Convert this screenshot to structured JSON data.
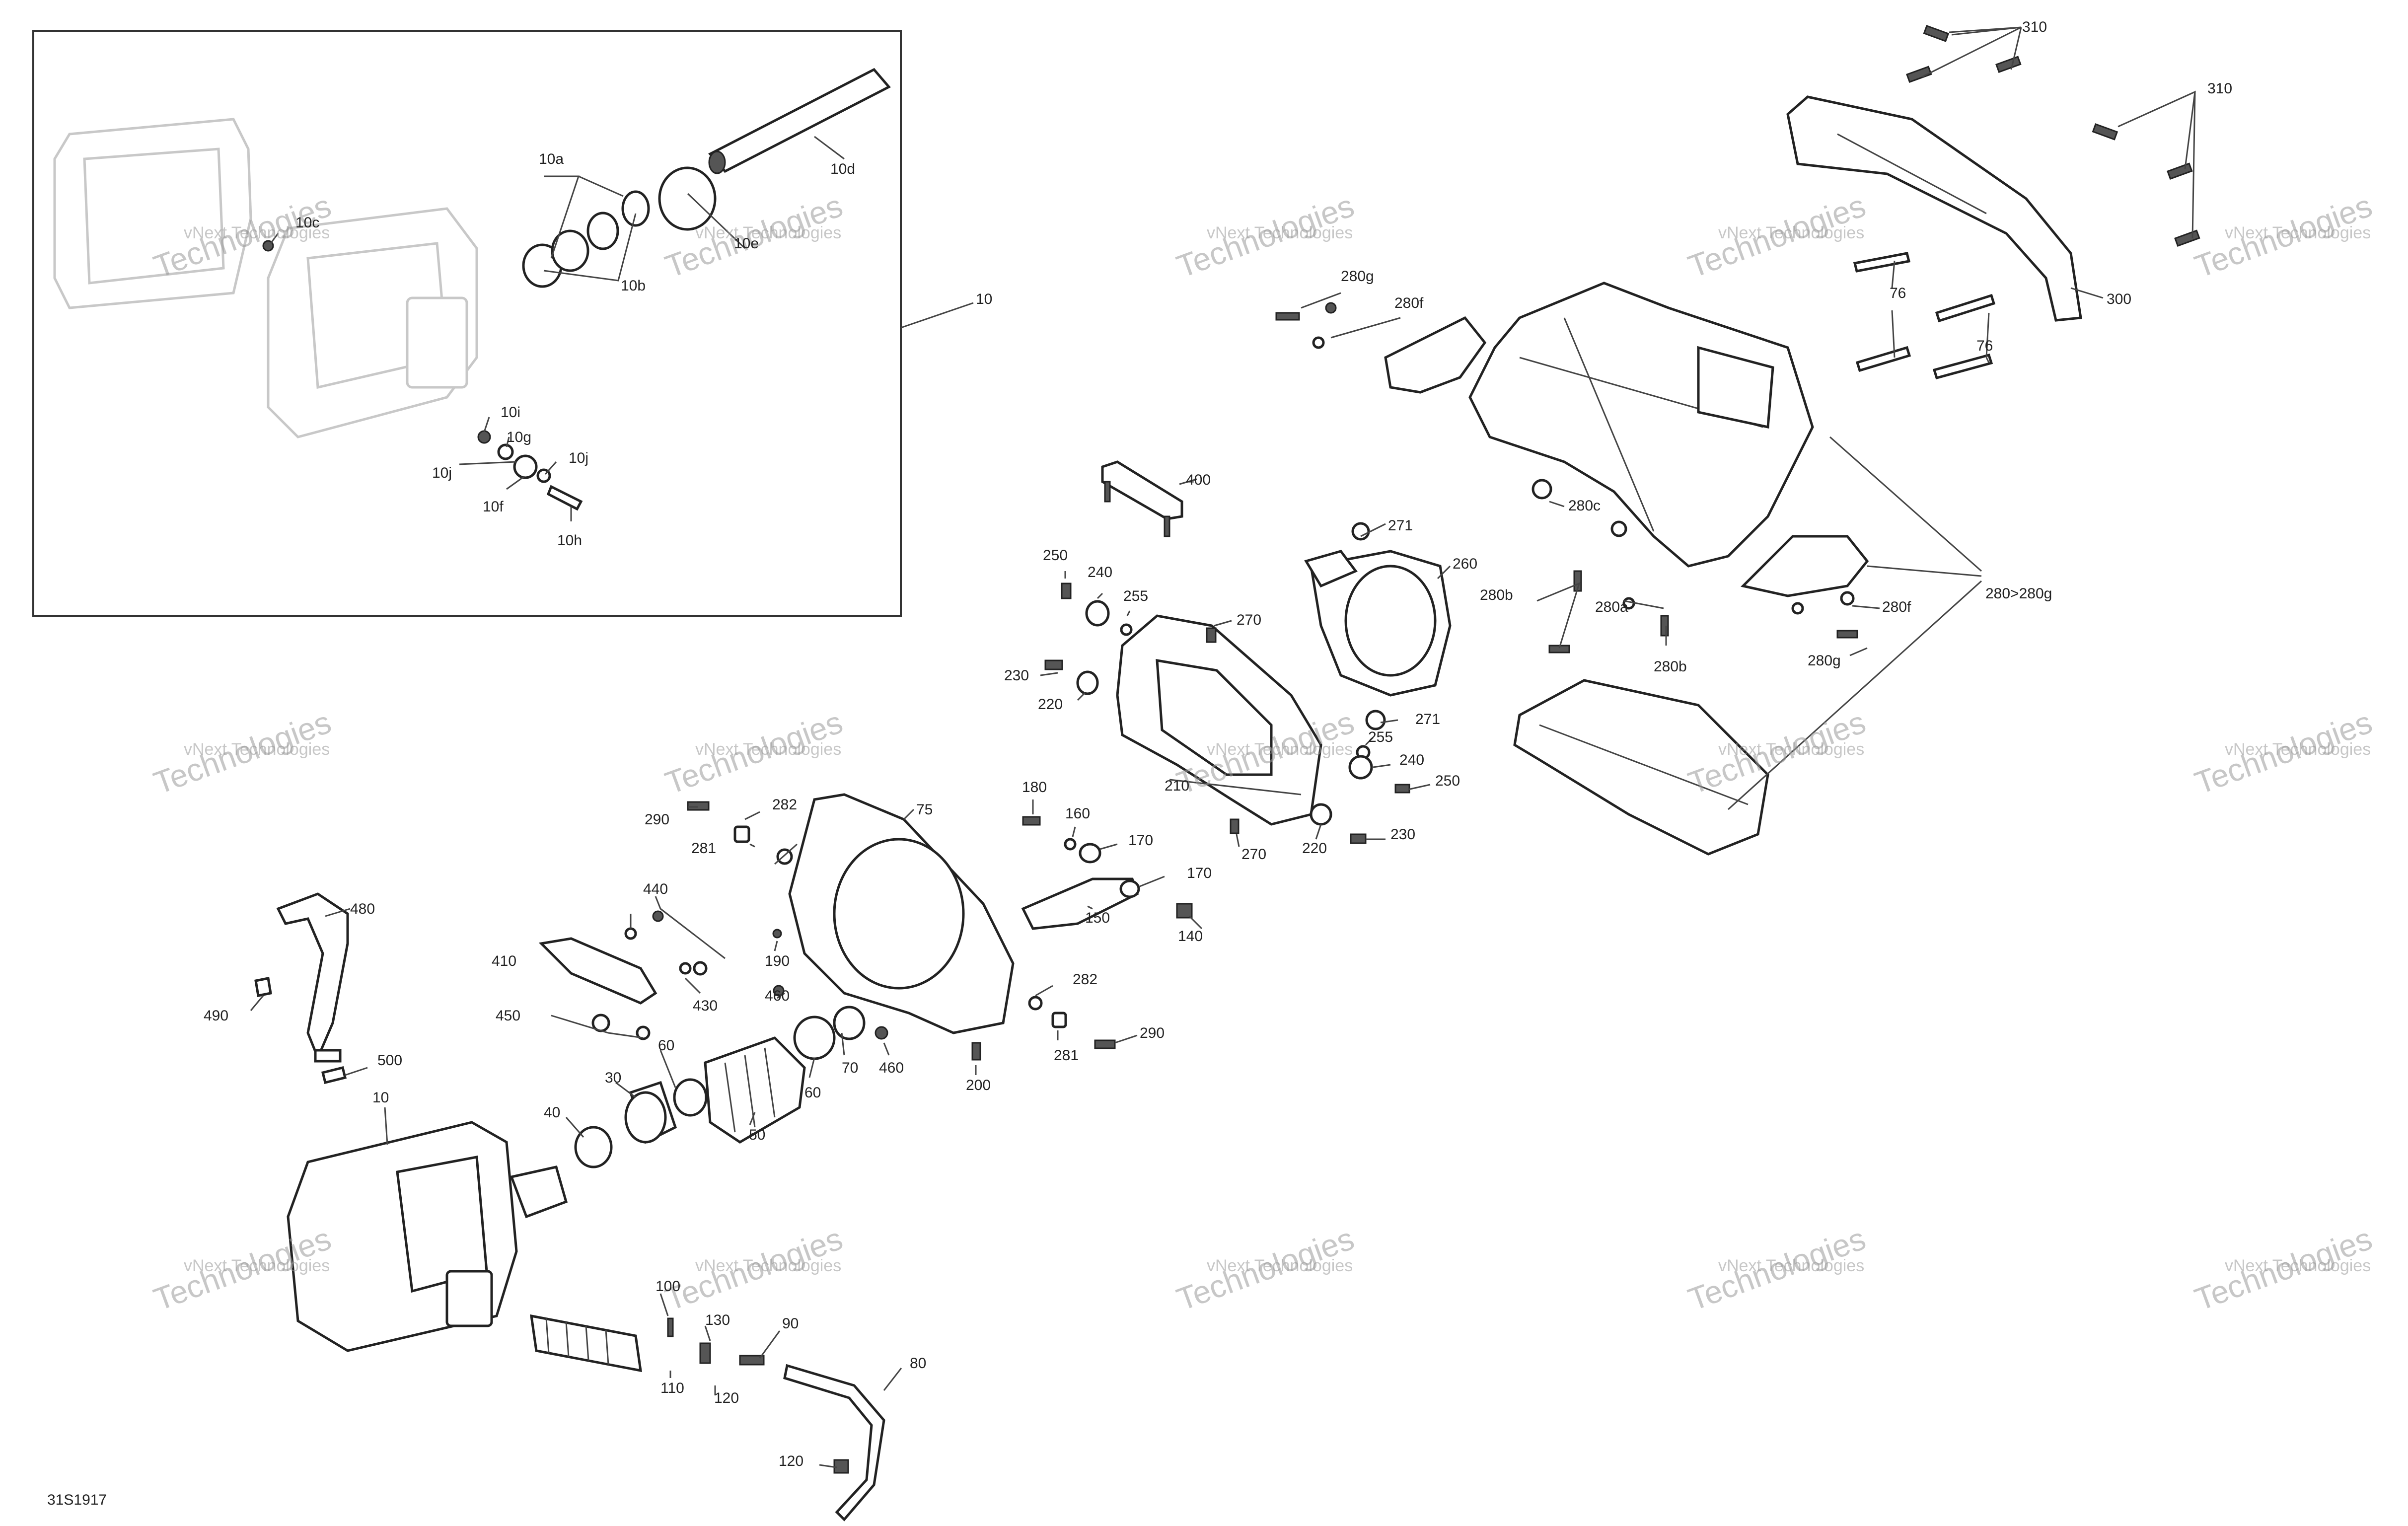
{
  "diagram_code": "31S1917",
  "watermark": {
    "line1": "vNext Technologies",
    "line2": "Technologies"
  },
  "labels": {
    "c10c": "10c",
    "c10a": "10a",
    "c10d": "10d",
    "c10e": "10e",
    "c10b": "10b",
    "c10": "10",
    "c10i": "10i",
    "c10g": "10g",
    "c10j_r": "10j",
    "c10j_l": "10j",
    "c10f": "10f",
    "c10h": "10h",
    "c310_a": "310",
    "c310_b": "310",
    "c300": "300",
    "c76_a": "76",
    "c76_b": "76",
    "c280g_a": "280g",
    "c280f_a": "280f",
    "c280c": "280c",
    "c280b_a": "280b",
    "c280a": "280a",
    "c280b_b": "280b",
    "c280f_b": "280f",
    "c280g_b": "280g",
    "c280range": "280>280g",
    "c400": "400",
    "c271_a": "271",
    "c260": "260",
    "c250_a": "250",
    "c240_a": "240",
    "c255_a": "255",
    "c270_a": "270",
    "c230_a": "230",
    "c220_a": "220",
    "c271_b": "271",
    "c255_b": "255",
    "c240_b": "240",
    "c250_b": "250",
    "c210": "210",
    "c220_b": "220",
    "c230_b": "230",
    "c270_b": "270",
    "c180": "180",
    "c160": "160",
    "c170_a": "170",
    "c170_b": "170",
    "c150": "150",
    "c140": "140",
    "c290_a": "290",
    "c282_a": "282",
    "c281_a": "281",
    "c75": "75",
    "c440": "440",
    "c190": "190",
    "c410": "410",
    "c430": "430",
    "c450": "450",
    "c460_a": "460",
    "c460_b": "460",
    "c70": "70",
    "c282_b": "282",
    "c281_b": "281",
    "c290_b": "290",
    "c200": "200",
    "c480": "480",
    "c490": "490",
    "c500": "500",
    "c10_main": "10",
    "c30": "30",
    "c60_a": "60",
    "c40": "40",
    "c50": "50",
    "c60_b": "60",
    "c100": "100",
    "c130": "130",
    "c90": "90",
    "c80": "80",
    "c110": "110",
    "c120_a": "120",
    "c120_b": "120"
  }
}
